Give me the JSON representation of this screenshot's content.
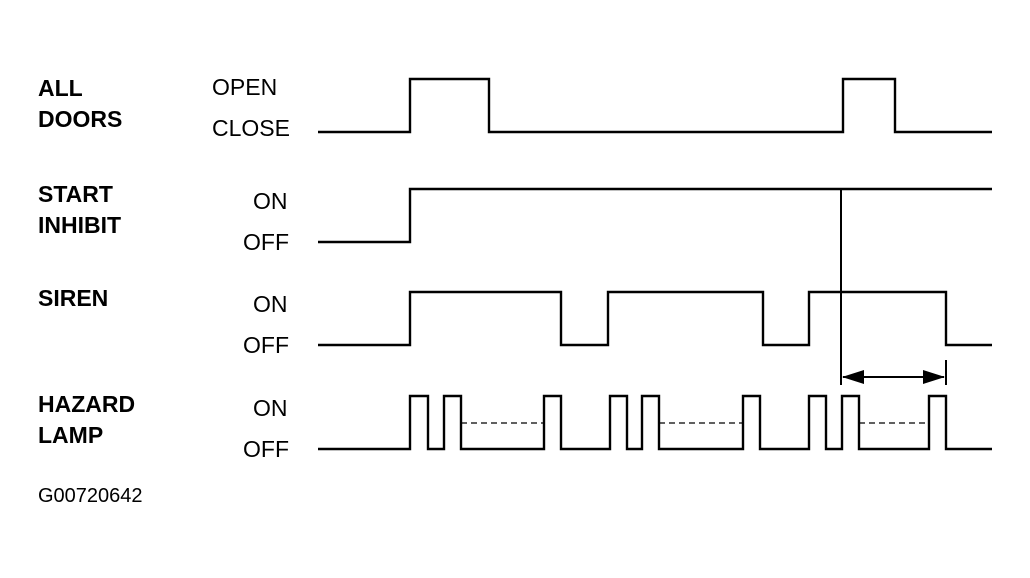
{
  "signals": [
    {
      "name_line1": "ALL",
      "name_line2": "DOORS",
      "high_label": "OPEN",
      "low_label": "CLOSE"
    },
    {
      "name_line1": "START",
      "name_line2": "INHIBIT",
      "high_label": "ON",
      "low_label": "OFF"
    },
    {
      "name_line1": "SIREN",
      "name_line2": "",
      "high_label": "ON",
      "low_label": "OFF"
    },
    {
      "name_line1": "HAZARD",
      "name_line2": "LAMP",
      "high_label": "ON",
      "low_label": "OFF"
    }
  ],
  "figure_id": "G00720642"
}
